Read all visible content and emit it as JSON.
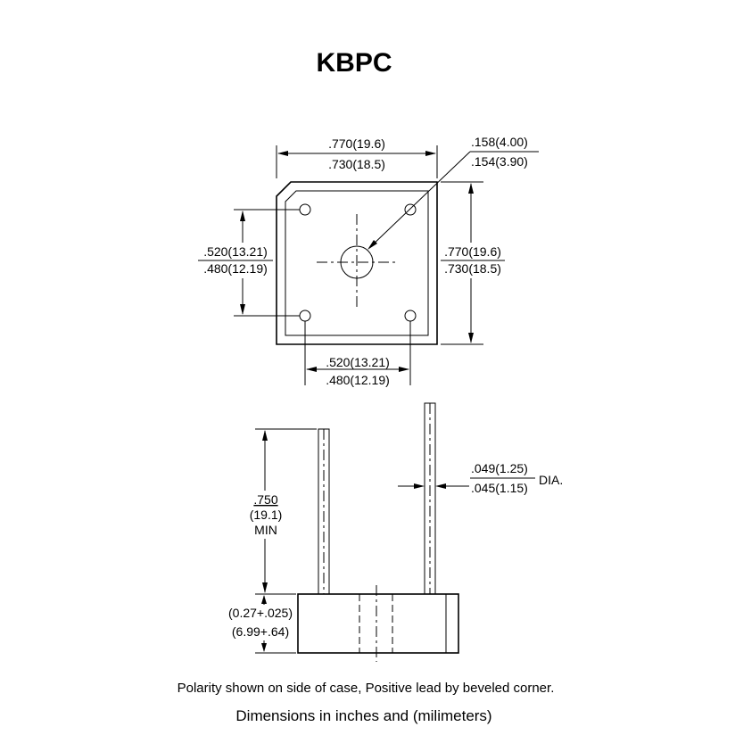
{
  "title": "KBPC",
  "top_view": {
    "width_upper": ".770(19.6)",
    "width_lower": ".730(18.5)",
    "hole_upper": ".158(4.00)",
    "hole_lower": ".154(3.90)",
    "lead_spacing_v_upper": ".520(13.21)",
    "lead_spacing_v_lower": ".480(12.19)",
    "height_upper": ".770(19.6)",
    "height_lower": ".730(18.5)",
    "lead_spacing_h_upper": ".520(13.21)",
    "lead_spacing_h_lower": ".480(12.19)"
  },
  "side_view": {
    "lead_len_upper": ".750",
    "lead_len_lower": "(19.1)",
    "lead_len_note": "MIN",
    "lead_dia_upper": ".049(1.25)",
    "lead_dia_lower": ".045(1.15)",
    "lead_dia_note": "DIA.",
    "body_h_upper": "(0.27+.025)",
    "body_h_lower": "(6.99+.64)"
  },
  "notes": {
    "polarity": "Polarity shown on side of case, Positive lead by beveled corner.",
    "units": "Dimensions in inches and (milimeters)"
  }
}
